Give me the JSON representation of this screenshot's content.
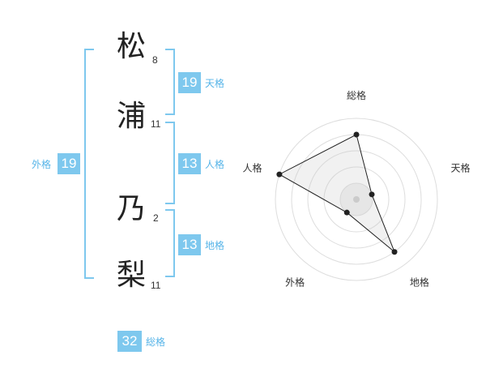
{
  "name": {
    "characters": [
      {
        "char": "松",
        "strokes": "8"
      },
      {
        "char": "浦",
        "strokes": "11"
      },
      {
        "char": "乃",
        "strokes": "2"
      },
      {
        "char": "梨",
        "strokes": "11"
      }
    ]
  },
  "fortune": {
    "tenkaku": {
      "label": "天格",
      "value": "19"
    },
    "jinkaku": {
      "label": "人格",
      "value": "13"
    },
    "chikaku": {
      "label": "地格",
      "value": "13"
    },
    "gaikaku": {
      "label": "外格",
      "value": "19"
    },
    "soukaku": {
      "label": "総格",
      "value": "32"
    }
  },
  "colors": {
    "accent": "#7ec8ee",
    "label": "#56b4e8",
    "grid": "#dddddd",
    "fill": "#f0f0f0",
    "line": "#222222"
  },
  "chart_data": {
    "type": "radar",
    "axes": [
      "総格",
      "天格",
      "地格",
      "外格",
      "人格"
    ],
    "values": [
      4,
      1,
      4,
      1,
      5
    ],
    "max": 5,
    "grid": true,
    "rings": 5
  }
}
